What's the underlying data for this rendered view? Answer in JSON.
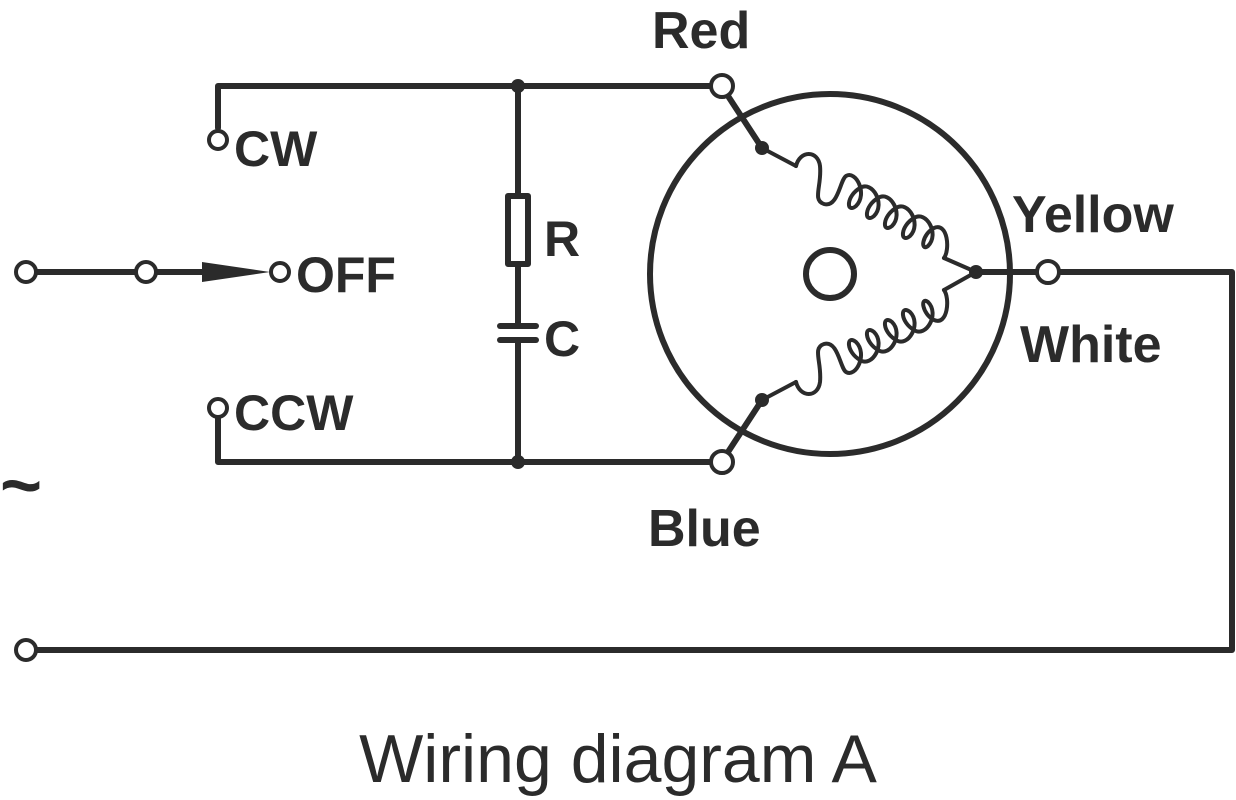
{
  "diagram": {
    "title": "Wiring diagram A",
    "switch_labels": {
      "cw": "CW",
      "off": "OFF",
      "ccw": "CCW"
    },
    "component_labels": {
      "resistor": "R",
      "capacitor": "C"
    },
    "lead_labels": {
      "red": "Red",
      "yellow": "Yellow",
      "white": "White",
      "blue": "Blue"
    },
    "ac_symbol": "~"
  }
}
